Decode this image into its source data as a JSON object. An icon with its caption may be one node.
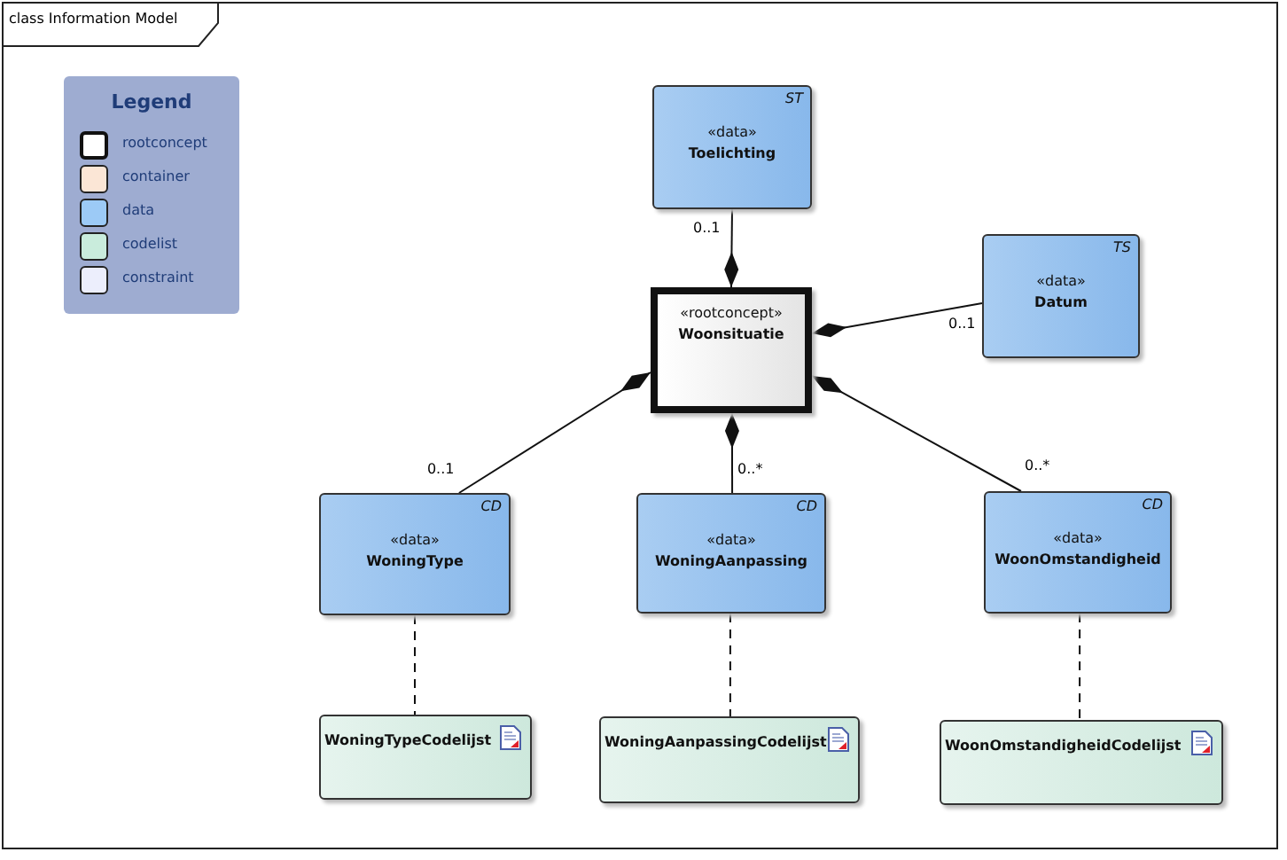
{
  "diagram": {
    "title": "class Information Model",
    "nodes": [
      {
        "text": [
          "ST",
          "«data»",
          "Toelichting"
        ]
      },
      {
        "text": [
          "TS",
          "«data»",
          "Datum"
        ]
      },
      {
        "text": [
          "«rootconcept»",
          "Woonsituatie"
        ]
      },
      {
        "text": [
          "CD",
          "«data»",
          "WoningType"
        ]
      },
      {
        "text": [
          "CD",
          "«data»",
          "WoningAanpassing"
        ]
      },
      {
        "text": [
          "CD",
          "«data»",
          "WoonOmstandigheid"
        ]
      },
      {
        "text": [
          "WoningTypeCodelijst"
        ]
      },
      {
        "text": [
          "WoningAanpassingCodelijst"
        ]
      },
      {
        "text": [
          "WoonOmstandigheidCodelijst"
        ]
      }
    ],
    "edges": [
      {
        "from": 0,
        "to": 2,
        "arrow": "other",
        "label": "0..1"
      },
      {
        "from": 1,
        "to": 2,
        "arrow": "other",
        "label": "0..1"
      },
      {
        "from": 3,
        "to": 2,
        "arrow": "other",
        "label": "0..1"
      },
      {
        "from": 4,
        "to": 2,
        "arrow": "other",
        "label": "0..*"
      },
      {
        "from": 5,
        "to": 2,
        "arrow": "other",
        "label": "0..*"
      },
      {
        "from": 3,
        "to": 6,
        "arrow": "none",
        "style": "dashed"
      },
      {
        "from": 4,
        "to": 7,
        "arrow": "none",
        "style": "dashed"
      },
      {
        "from": 5,
        "to": 8,
        "arrow": "none",
        "style": "dashed"
      }
    ],
    "labels": [
      "Legend"
    ],
    "legend": [
      {
        "text": "rootconcept",
        "color": "#ffffff"
      },
      {
        "text": "container",
        "color": "#fbe6d6"
      },
      {
        "text": "data",
        "color": "#9ccaf6"
      },
      {
        "text": "codelist",
        "color": "#c9ecdc"
      },
      {
        "text": "constraint",
        "color": "#eceefc"
      }
    ]
  }
}
